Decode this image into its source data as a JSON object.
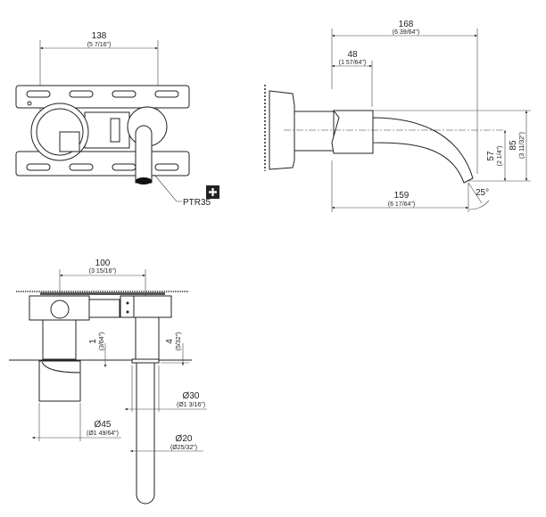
{
  "front_view": {
    "width_mm": "138",
    "width_in": "(5 7/16\")",
    "part_code": "PTR35",
    "add_icon": "plus-icon"
  },
  "side_view": {
    "total_length_mm": "168",
    "total_length_in": "(6 39/64\")",
    "body_length_mm": "48",
    "body_length_in": "(1 57/64\")",
    "reach_mm": "159",
    "reach_in": "(6 17/64\")",
    "drop_mm": "57",
    "drop_in": "(2 1/4\")",
    "height_mm": "85",
    "height_in": "(3 11/32\")",
    "angle": "25°"
  },
  "top_view": {
    "spacing_mm": "100",
    "spacing_in": "(3 15/16\")",
    "gap1_mm": "1",
    "gap1_in": "(3/64\")",
    "gap4_mm": "4",
    "gap4_in": "(5/32\")",
    "flange_dia_mm": "Ø30",
    "flange_dia_in": "(Ø1 3/16\")",
    "handle_dia_mm": "Ø45",
    "handle_dia_in": "(Ø1 49/64\")",
    "spout_dia_mm": "Ø20",
    "spout_dia_in": "(Ø25/32\")"
  }
}
